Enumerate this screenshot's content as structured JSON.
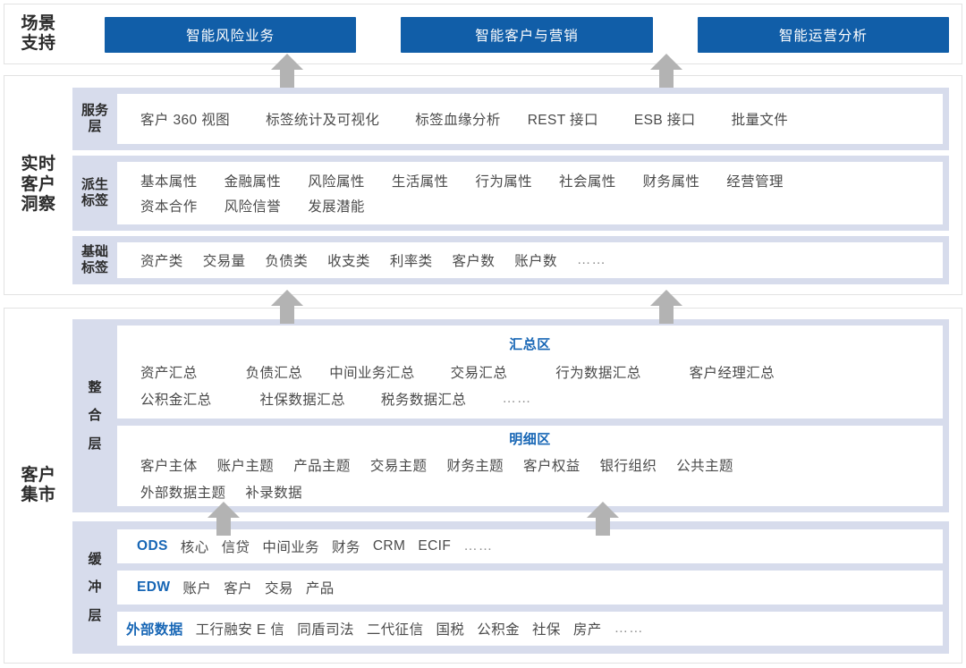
{
  "colors": {
    "accent_blue": "#115ea8",
    "link_blue": "#1766b5",
    "panel_lavender": "#d7dcec",
    "arrow_gray": "#b3b3b3",
    "card_white": "#ffffff",
    "text_gray": "#4a4a4a"
  },
  "sections": {
    "scene": {
      "title": "场景\n支持",
      "buttons": [
        {
          "label": "智能风险业务"
        },
        {
          "label": "智能客户与营销"
        },
        {
          "label": "智能运营分析"
        }
      ]
    },
    "insight": {
      "title": "实时\n客户\n洞察",
      "layers": {
        "service": {
          "label": "服务\n层",
          "items": [
            "客户 360 视图",
            "标签统计及可视化",
            "标签血缘分析",
            "REST 接口",
            "ESB 接口",
            "批量文件"
          ]
        },
        "derived": {
          "label": "派生\n标签",
          "row1": [
            "基本属性",
            "金融属性",
            "风险属性",
            "生活属性",
            "行为属性",
            "社会属性",
            "财务属性",
            "经营管理"
          ],
          "row2": [
            "资本合作",
            "风险信誉",
            "发展潜能"
          ]
        },
        "base": {
          "label": "基础\n标签",
          "items": [
            "资产类",
            "交易量",
            "负债类",
            "收支类",
            "利率类",
            "客户数",
            "账户数"
          ],
          "ellipsis": "……"
        }
      }
    },
    "mart": {
      "title": "客户\n集市",
      "layers": {
        "integration": {
          "label": "整\n合\n层",
          "summary_zone": {
            "title": "汇总区",
            "row1": [
              "资产汇总",
              "负债汇总",
              "中间业务汇总",
              "交易汇总",
              "行为数据汇总",
              "客户经理汇总"
            ],
            "row2": [
              "公积金汇总",
              "社保数据汇总",
              "税务数据汇总"
            ],
            "ellipsis": "……"
          },
          "detail_zone": {
            "title": "明细区",
            "row1": [
              "客户主体",
              "账户主题",
              "产品主题",
              "交易主题",
              "财务主题",
              "客户权益",
              "银行组织",
              "公共主题"
            ],
            "row2": [
              "外部数据主题",
              "补录数据"
            ]
          }
        },
        "buffer": {
          "label": "缓\n冲\n层",
          "rows": [
            {
              "tag": "ODS",
              "items": [
                "核心",
                "信贷",
                "中间业务",
                "财务",
                "CRM",
                "ECIF"
              ],
              "ellipsis": "……"
            },
            {
              "tag": "EDW",
              "items": [
                "账户",
                "客户",
                "交易",
                "产品"
              ],
              "ellipsis": ""
            },
            {
              "tag": "外部数据",
              "items": [
                "工行融安 E 信",
                "同盾司法",
                "二代征信",
                "国税",
                "公积金",
                "社保",
                "房产"
              ],
              "ellipsis": "……"
            }
          ]
        }
      }
    }
  }
}
